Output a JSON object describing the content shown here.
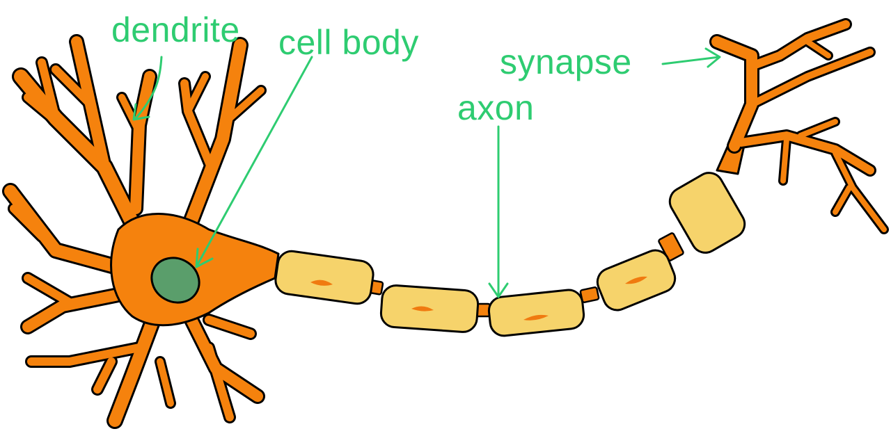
{
  "labels": {
    "dendrite": "dendrite",
    "cell_body": "cell body",
    "axon": "axon",
    "synapse": "synapse"
  },
  "colors": {
    "neuron": "#f5820d",
    "myelin": "#f6d36b",
    "nucleus": "#5a9e6b",
    "label": "#2ecc71",
    "outline": "#000000"
  }
}
